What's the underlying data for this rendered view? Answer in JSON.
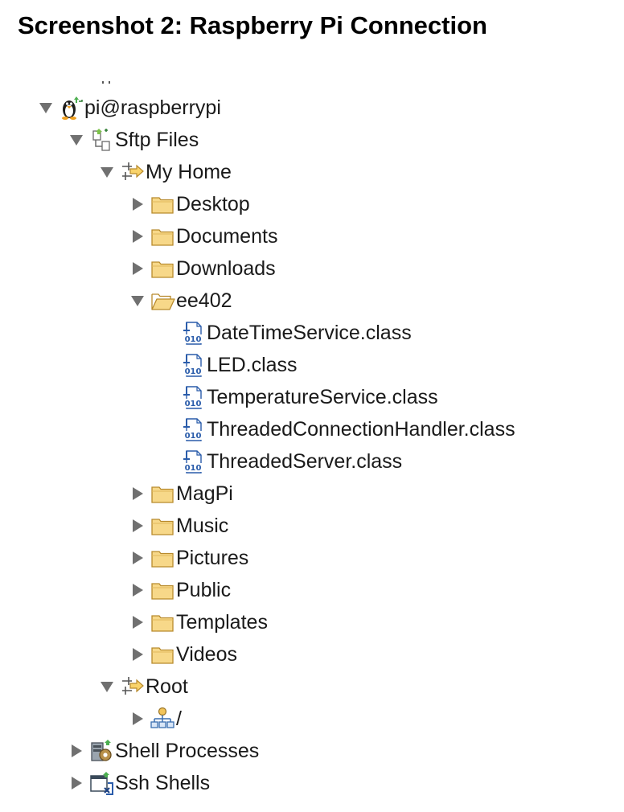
{
  "page": {
    "title": "Screenshot 2: Raspberry Pi Connection"
  },
  "tree": {
    "connection": {
      "label": "pi@raspberrypi",
      "icon": "linux-penguin-icon",
      "expanded": true
    },
    "sftp_files": {
      "label": "Sftp Files",
      "icon": "sftp-files-icon",
      "expanded": true
    },
    "my_home": {
      "label": "My Home",
      "icon": "remote-filter-icon",
      "expanded": true
    },
    "home_folders_before": [
      {
        "label": "Desktop",
        "icon": "folder-icon",
        "expanded": false
      },
      {
        "label": "Documents",
        "icon": "folder-icon",
        "expanded": false
      },
      {
        "label": "Downloads",
        "icon": "folder-icon",
        "expanded": false
      }
    ],
    "ee402": {
      "label": "ee402",
      "icon": "folder-open-icon",
      "expanded": true
    },
    "class_files": [
      {
        "label": "DateTimeService.class",
        "icon": "class-file-icon"
      },
      {
        "label": "LED.class",
        "icon": "class-file-icon"
      },
      {
        "label": "TemperatureService.class",
        "icon": "class-file-icon"
      },
      {
        "label": "ThreadedConnectionHandler.class",
        "icon": "class-file-icon"
      },
      {
        "label": "ThreadedServer.class",
        "icon": "class-file-icon"
      }
    ],
    "home_folders_after": [
      {
        "label": "MagPi",
        "icon": "folder-icon",
        "expanded": false
      },
      {
        "label": "Music",
        "icon": "folder-icon",
        "expanded": false
      },
      {
        "label": "Pictures",
        "icon": "folder-icon",
        "expanded": false
      },
      {
        "label": "Public",
        "icon": "folder-icon",
        "expanded": false
      },
      {
        "label": "Templates",
        "icon": "folder-icon",
        "expanded": false
      },
      {
        "label": "Videos",
        "icon": "folder-icon",
        "expanded": false
      }
    ],
    "root": {
      "label": "Root",
      "icon": "remote-filter-icon",
      "expanded": true
    },
    "root_slash": {
      "label": "/",
      "icon": "network-root-icon",
      "expanded": false
    },
    "shell_processes": {
      "label": "Shell Processes",
      "icon": "shell-processes-icon",
      "expanded": false
    },
    "ssh_shells": {
      "label": "Ssh Shells",
      "icon": "ssh-shells-icon",
      "expanded": false
    }
  },
  "colors": {
    "twisty": "#707070",
    "folder_fill": "#f7d889",
    "folder_stroke": "#b88a2c",
    "class_blue": "#2a5caa",
    "text": "#1a1a1a"
  }
}
